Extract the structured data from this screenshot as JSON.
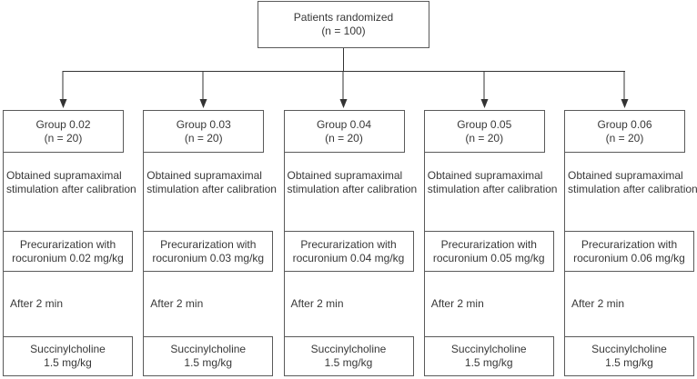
{
  "title_box": {
    "line1": "Patients randomized",
    "line2": "(n = 100)"
  },
  "columns": [
    {
      "group": {
        "line1": "Group 0.02",
        "line2": "(n = 20)"
      },
      "obtained": {
        "line1": "Obtained supramaximal",
        "line2": "stimulation after calibration"
      },
      "precurarization": {
        "line1": "Precurarization with",
        "line2": "rocuronium 0.02 mg/kg"
      },
      "after": "After 2 min",
      "succinylcholine": {
        "line1": "Succinylcholine",
        "line2": "1.5 mg/kg"
      }
    },
    {
      "group": {
        "line1": "Group 0.03",
        "line2": "(n = 20)"
      },
      "obtained": {
        "line1": "Obtained supramaximal",
        "line2": "stimulation after calibration"
      },
      "precurarization": {
        "line1": "Precurarization with",
        "line2": "rocuronium 0.03 mg/kg"
      },
      "after": "After 2 min",
      "succinylcholine": {
        "line1": "Succinylcholine",
        "line2": "1.5 mg/kg"
      }
    },
    {
      "group": {
        "line1": "Group 0.04",
        "line2": "(n = 20)"
      },
      "obtained": {
        "line1": "Obtained supramaximal",
        "line2": "stimulation after calibration"
      },
      "precurarization": {
        "line1": "Precurarization with",
        "line2": "rocuronium 0.04 mg/kg"
      },
      "after": "After 2 min",
      "succinylcholine": {
        "line1": "Succinylcholine",
        "line2": "1.5 mg/kg"
      }
    },
    {
      "group": {
        "line1": "Group 0.05",
        "line2": "(n = 20)"
      },
      "obtained": {
        "line1": "Obtained supramaximal",
        "line2": "stimulation after calibration"
      },
      "precurarization": {
        "line1": "Precurarization with",
        "line2": "rocuronium 0.05 mg/kg"
      },
      "after": "After 2 min",
      "succinylcholine": {
        "line1": "Succinylcholine",
        "line2": "1.5 mg/kg"
      }
    },
    {
      "group": {
        "line1": "Group 0.06",
        "line2": "(n = 20)"
      },
      "obtained": {
        "line1": "Obtained supramaximal",
        "line2": "stimulation after calibration"
      },
      "precurarization": {
        "line1": "Precurarization with",
        "line2": "rocuronium 0.06 mg/kg"
      },
      "after": "After 2 min",
      "succinylcholine": {
        "line1": "Succinylcholine",
        "line2": "1.5 mg/kg"
      }
    }
  ],
  "colors": {
    "background": "#ffffff",
    "border": "#5a5a5a",
    "text": "#383838",
    "connector": "#333333"
  }
}
